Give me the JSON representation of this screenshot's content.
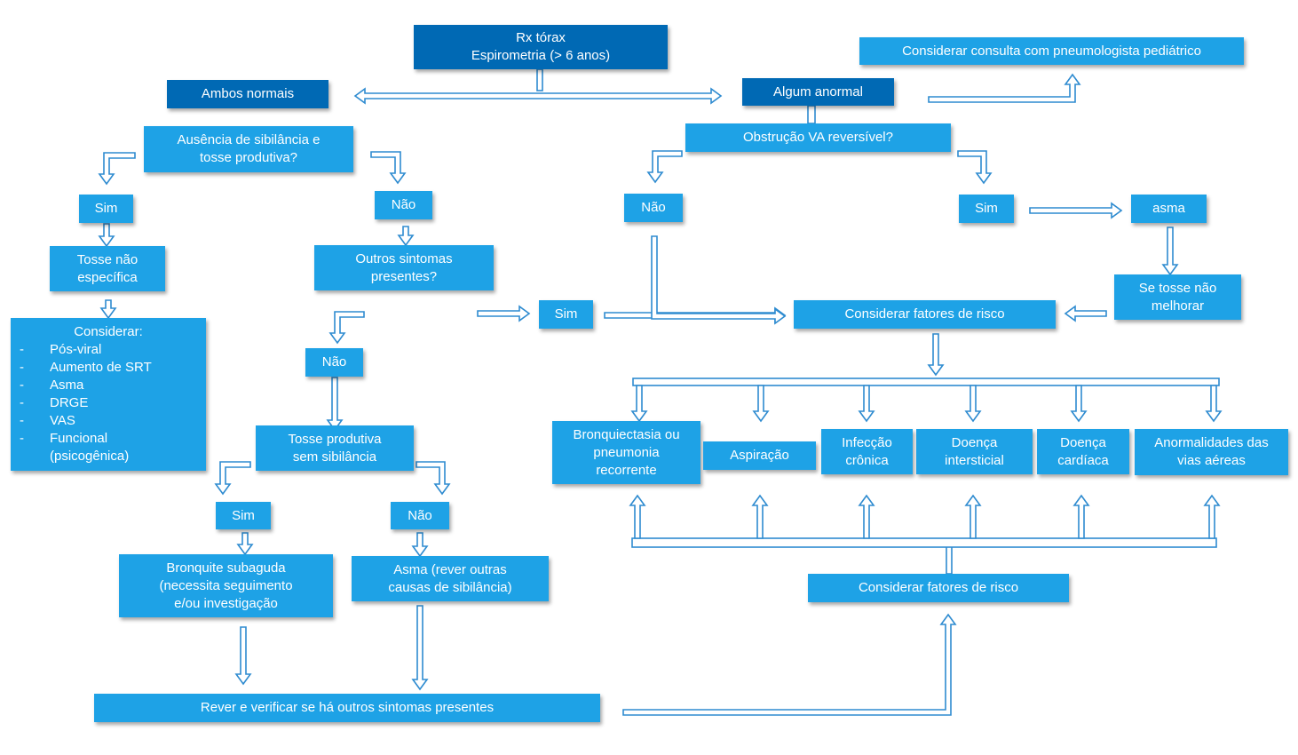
{
  "diagram": {
    "nodes": {
      "rx": "Rx tórax\nEspirometria (> 6 anos)",
      "consulta": "Considerar consulta com pneumologista pediátrico",
      "ambos": "Ambos normais",
      "algum": "Algum anormal",
      "ausencia": "Ausência de sibilância e\ntosse produtiva?",
      "obstrucao": "Obstrução VA reversível?",
      "sim1": "Sim",
      "nao1": "Não",
      "nao2": "Não",
      "sim2": "Sim",
      "asma": "asma",
      "tosse_nao": "Tosse não\nespecífica",
      "outros": "Outros sintomas\npresentes?",
      "sim3": "Sim",
      "fatores1": "Considerar fatores de risco",
      "se_tosse": "Se tosse não\nmelhorar",
      "considerar_head": "Considerar:",
      "considerar_items": [
        "Pós-viral",
        "Aumento de SRT",
        "Asma",
        "DRGE",
        "VAS",
        "Funcional\n(psicogênica)"
      ],
      "nao3": "Não",
      "tosse_prod": "Tosse produtiva\nsem sibilância",
      "sim4": "Sim",
      "nao4": "Não",
      "bronquite": "Bronquite subaguda\n(necessita seguimento\ne/ou investigação",
      "asma_rever": "Asma (rever outras\ncausas de sibilância)",
      "rever": "Rever e verificar se há outros sintomas presentes",
      "bronquiectasia": "Bronquiectasia ou\npneumonia\nrecorrente",
      "aspiracao": "Aspiração",
      "infeccao": "Infecção\ncrônica",
      "doenca_int": "Doença\nintersticial",
      "doenca_card": "Doença\ncardíaca",
      "anormalidades": "Anormalidades das\nvias aéreas",
      "fatores2": "Considerar fatores de risco"
    },
    "colors": {
      "box": "#1EA2E6",
      "box_dark": "#0069B4",
      "arrow_stroke": "#2E8BD0",
      "arrow_fill": "#ffffff"
    }
  }
}
